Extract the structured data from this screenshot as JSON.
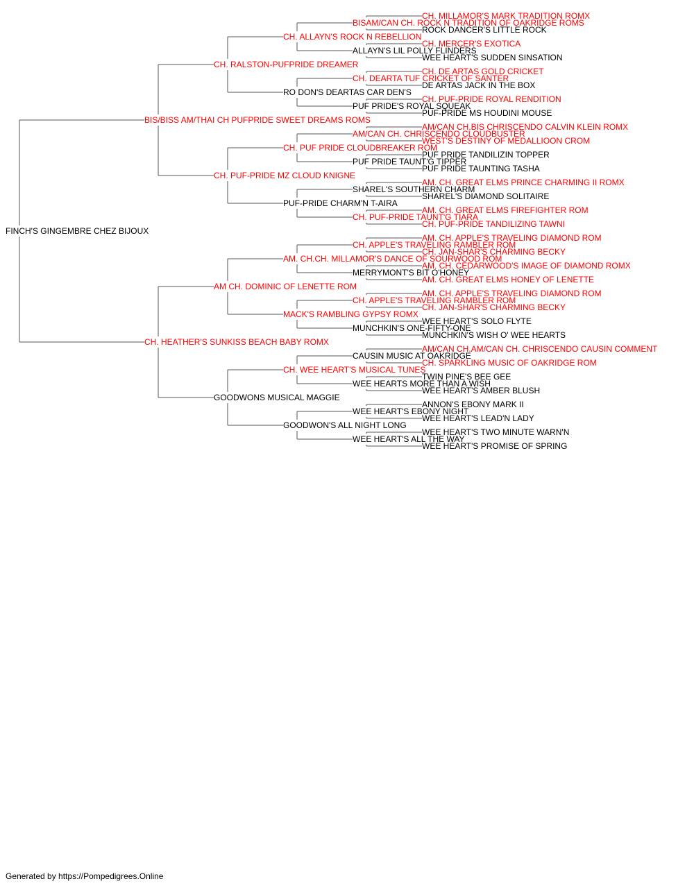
{
  "colors": {
    "champion": "#ff0000",
    "normal": "#000000",
    "connector": "#555555"
  },
  "subject": {
    "name": "FINCH'S GINGEMBRE CHEZ BIJOUX",
    "champion": false
  },
  "generations": [
    [
      {
        "name": "BIS/BISS AM/THAI CH PUFPRIDE SWEET DREAMS ROMS",
        "champion": true
      },
      {
        "name": "CH. HEATHER'S SUNKISS BEACH BABY ROMX",
        "champion": true
      }
    ],
    [
      {
        "name": "CH. RALSTON-PUFPRIDE DREAMER",
        "champion": true
      },
      {
        "name": "CH. PUF-PRIDE MZ CLOUD KNIGNE",
        "champion": true
      },
      {
        "name": "AM CH. DOMINIC OF LENETTE ROM",
        "champion": true
      },
      {
        "name": "GOODWONS MUSICAL MAGGIE",
        "champion": false
      }
    ],
    [
      {
        "name": "CH. ALLAYN'S ROCK N REBELLION",
        "champion": true
      },
      {
        "name": "RO DON'S DEARTAS CAR DEN'S",
        "champion": false
      },
      {
        "name": "CH. PUF PRIDE CLOUDBREAKER ROM",
        "champion": true
      },
      {
        "name": "PUF-PRIDE CHARM'N T-AIRA",
        "champion": false
      },
      {
        "name": "AM. CH.CH. MILLAMOR'S DANCE OF SOURWOOD ROM",
        "champion": true
      },
      {
        "name": "MACK'S RAMBLING GYPSY ROMX",
        "champion": true
      },
      {
        "name": "CH. WEE HEART'S MUSICAL TUNES",
        "champion": true
      },
      {
        "name": "GOODWON'S ALL NIGHT LONG",
        "champion": false
      }
    ],
    [
      {
        "name": "BISAM/CAN CH. ROCK N TRADITION OF OAKRIDGE ROMS",
        "champion": true
      },
      {
        "name": "ALLAYN'S LIL POLLY FLINDERS",
        "champion": false
      },
      {
        "name": "CH. DEARTA TUF CRICKET OF SANTER",
        "champion": true
      },
      {
        "name": "PUF PRIDE'S ROYAL SQUEAK",
        "champion": false
      },
      {
        "name": "AM/CAN CH. CHRISCENDO CLOUDBUSTER",
        "champion": true
      },
      {
        "name": "PUF PRIDE TAUNT'G TIPPER",
        "champion": false
      },
      {
        "name": "SHAREL'S SOUTHERN CHARM",
        "champion": false
      },
      {
        "name": "CH. PUF-PRIDE TAUNT'G TIARA",
        "champion": true
      },
      {
        "name": "CH. APPLE'S TRAVELING RAMBLER ROM",
        "champion": true
      },
      {
        "name": "MERRYMONT'S BIT O'HONEY",
        "champion": false
      },
      {
        "name": "CH. APPLE'S TRAVELING RAMBLER ROM",
        "champion": true
      },
      {
        "name": "MUNCHKIN'S ONE-FIFTY-ONE",
        "champion": false
      },
      {
        "name": "CAUSIN MUSIC AT OAKRIDGE",
        "champion": false
      },
      {
        "name": "WEE HEARTS MORE THAN A WISH",
        "champion": false
      },
      {
        "name": "WEE HEART'S EBONY NIGHT",
        "champion": false
      },
      {
        "name": "WEE HEART'S ALL THE WAY",
        "champion": false
      }
    ],
    [
      {
        "name": "CH. MILLAMOR'S MARK TRADITION ROMX",
        "champion": true
      },
      {
        "name": "ROCK DANCER'S LITTLE ROCK",
        "champion": false
      },
      {
        "name": "CH. MERCER'S EXOTICA",
        "champion": true
      },
      {
        "name": "WEE HEART'S SUDDEN SINSATION",
        "champion": false
      },
      {
        "name": "CH. DE ARTAS GOLD CRICKET",
        "champion": true
      },
      {
        "name": "DE ARTAS JACK IN THE BOX",
        "champion": false
      },
      {
        "name": "CH. PUF-PRIDE ROYAL RENDITION",
        "champion": true
      },
      {
        "name": "PUF-PRIDE MS HOUDINI MOUSE",
        "champion": false
      },
      {
        "name": "AM/CAN CH.BIS CHRISCENDO CALVIN KLEIN ROMX",
        "champion": true
      },
      {
        "name": "WEST'S DESTINY OF MEDALLIOON CROM",
        "champion": true
      },
      {
        "name": "PUF PRIDE TANDILIZIN TOPPER",
        "champion": false
      },
      {
        "name": "PUF PRIDE TAUNTING TASHA",
        "champion": false
      },
      {
        "name": "AM. CH. GREAT ELMS PRINCE CHARMING II ROMX",
        "champion": true
      },
      {
        "name": "SHAREL'S DIAMOND SOLITAIRE",
        "champion": false
      },
      {
        "name": "AM. CH. GREAT ELMS FIREFIGHTER ROM",
        "champion": true
      },
      {
        "name": "CH. PUF-PRIDE TANDILIZING TAWNI",
        "champion": true
      },
      {
        "name": "AM. CH. APPLE'S TRAVELING DIAMOND ROM",
        "champion": true
      },
      {
        "name": "CH. JAN-SHAR'S CHARMING BECKY",
        "champion": true
      },
      {
        "name": "AM. CH. CEDARWOOD'S IMAGE OF DIAMOND ROMX",
        "champion": true
      },
      {
        "name": "AM. CH. GREAT ELMS HONEY OF LENETTE",
        "champion": true
      },
      {
        "name": "AM. CH. APPLE'S TRAVELING DIAMOND ROM",
        "champion": true
      },
      {
        "name": "CH. JAN-SHAR'S CHARMING BECKY",
        "champion": true
      },
      {
        "name": "WEE HEART'S SOLO FLYTE",
        "champion": false
      },
      {
        "name": "MUNCHKIN'S WISH O' WEE HEARTS",
        "champion": false
      },
      {
        "name": "AM/CAN CH.AM/CAN CH. CHRISCENDO CAUSIN COMMENT",
        "champion": true
      },
      {
        "name": "CH. SPARKLING MUSIC OF OAKRIDGE ROM",
        "champion": true
      },
      {
        "name": "TWIN PINE'S BEE GEE",
        "champion": false
      },
      {
        "name": "WEE HEART'S AMBER BLUSH",
        "champion": false
      },
      {
        "name": "ANNON'S EBONY MARK II",
        "champion": false
      },
      {
        "name": "WEE HEART'S LEAD'N LADY",
        "champion": false
      },
      {
        "name": "WEE HEART'S TWO MINUTE WARN'N",
        "champion": false
      },
      {
        "name": "WEE HEART'S PROMISE OF SPRING",
        "champion": false
      }
    ]
  ],
  "footer": {
    "text": "Generated by https://Pompedigrees.Online"
  }
}
